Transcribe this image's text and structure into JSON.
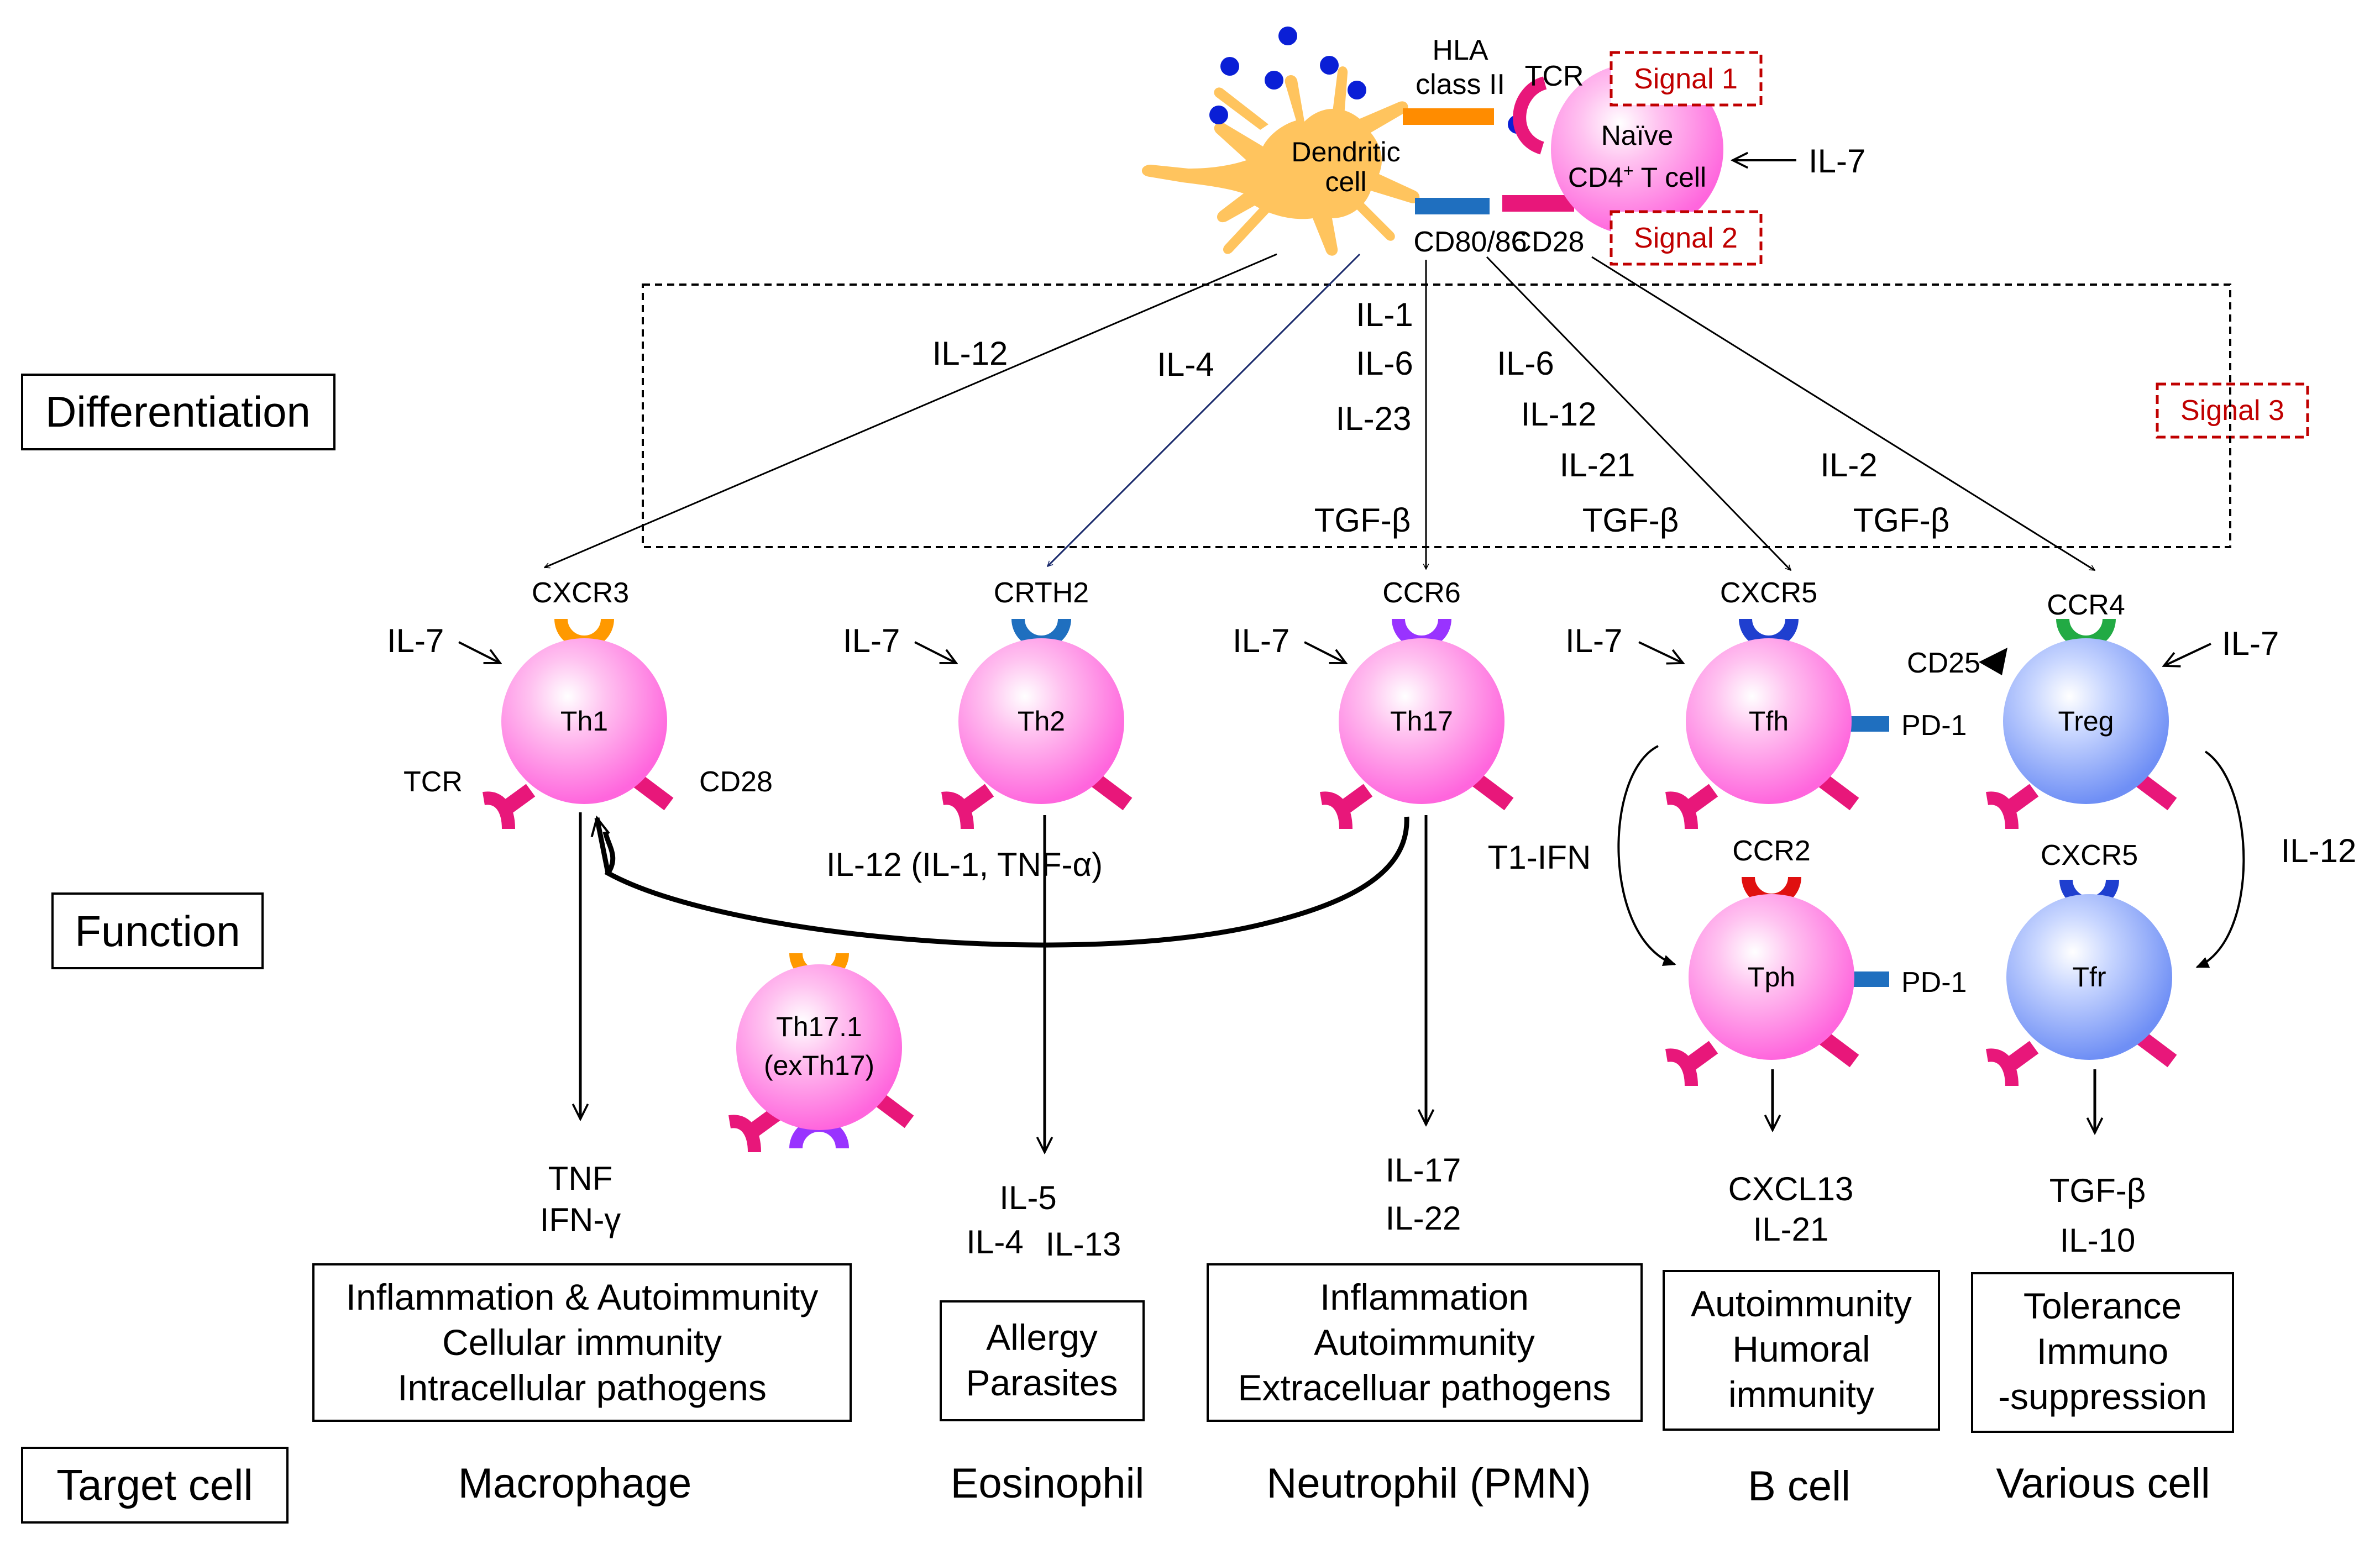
{
  "colors": {
    "pink_cell": "#ff66dd",
    "blue_cell": "#6f8ff5",
    "dendritic": "#ffc45e",
    "receptor_magenta": "#e8177a",
    "hla_orange": "#ff8c00",
    "cd80_blue": "#1f6fbf",
    "signal_red": "#c00000",
    "cxcr3": "#ff9900",
    "crth2": "#1f6fbf",
    "ccr6": "#9933ff",
    "cxcr5": "#1f3fcf",
    "ccr4": "#22aa44",
    "ccr2": "#e01010"
  },
  "headers": {
    "differentiation": "Differentiation",
    "function": "Function",
    "target_cell": "Target cell"
  },
  "top": {
    "dendritic_line1": "Dendritic",
    "dendritic_line2": "cell",
    "hla_line1": "HLA",
    "hla_line2": "class II",
    "tcr": "TCR",
    "naive_line1": "Naïve",
    "naive_line2_pre": "CD4",
    "naive_line2_sup": "+",
    "naive_line2_post": " T cell",
    "il7": "IL-7",
    "cd80": "CD80/86",
    "cd28": "CD28",
    "signal1": "Signal 1",
    "signal2": "Signal 2",
    "signal3": "Signal 3"
  },
  "diff_cytokines": {
    "th1": "IL-12",
    "th2": "IL-4",
    "th17": [
      "IL-1",
      "IL-6",
      "IL-23",
      "TGF-β"
    ],
    "tfh": [
      "IL-6",
      "IL-12",
      "IL-21",
      "TGF-β"
    ],
    "treg": [
      "IL-2",
      "TGF-β"
    ]
  },
  "cells": {
    "th1": {
      "name": "Th1",
      "receptor": "CXCR3",
      "il7": "IL-7",
      "tcr": "TCR",
      "cd28": "CD28"
    },
    "th2": {
      "name": "Th2",
      "receptor": "CRTH2",
      "il7": "IL-7"
    },
    "th17": {
      "name": "Th17",
      "receptor": "CCR6",
      "il7": "IL-7"
    },
    "tfh": {
      "name": "Tfh",
      "receptor": "CXCR5",
      "il7": "IL-7",
      "pd1": "PD-1"
    },
    "treg": {
      "name": "Treg",
      "receptor": "CCR4",
      "il7": "IL-7",
      "cd25": "CD25"
    },
    "tph": {
      "name": "Tph",
      "receptor": "CCR2",
      "pd1": "PD-1"
    },
    "tfr": {
      "name": "Tfr",
      "receptor": "CXCR5"
    },
    "th171": {
      "line1": "Th17.1",
      "line2": "(exTh17)"
    }
  },
  "plasticity": {
    "th17_to_th1": "IL-12 (IL-1, TNF-α)",
    "tfh_to_tph": "T1-IFN",
    "treg_to_tfr": "IL-12"
  },
  "outputs": {
    "th1": [
      "TNF",
      "IFN-γ"
    ],
    "th2": [
      "IL-5",
      "IL-4",
      "IL-13"
    ],
    "th17": [
      "IL-17",
      "IL-22"
    ],
    "tph": [
      "CXCL13",
      "IL-21"
    ],
    "tfr": [
      "TGF-β",
      "IL-10"
    ]
  },
  "functions": {
    "th1": [
      "Inflammation & Autoimmunity",
      "Cellular immunity",
      "Intracellular pathogens"
    ],
    "th2": [
      "Allergy",
      "Parasites"
    ],
    "th17": [
      "Inflammation",
      "Autoimmunity",
      "Extracelluar pathogens"
    ],
    "tph": [
      "Autoimmunity",
      "Humoral",
      "immunity"
    ],
    "tfr": [
      "Tolerance",
      "Immuno",
      "-suppression"
    ]
  },
  "targets": {
    "th1": "Macrophage",
    "th2": "Eosinophil",
    "th17": "Neutrophil (PMN)",
    "tph": "B cell",
    "tfr": "Various cell"
  }
}
